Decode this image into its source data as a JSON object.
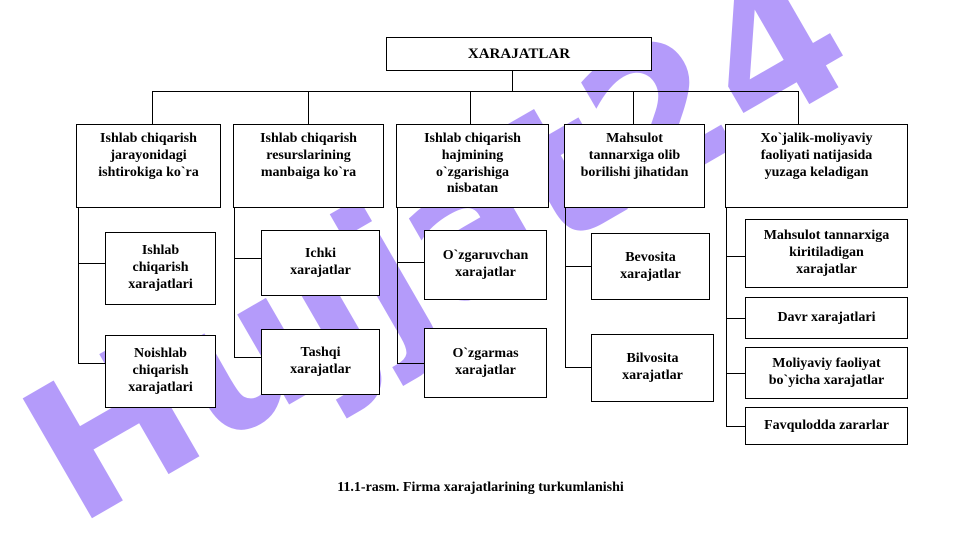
{
  "root": "XARAJATLAR",
  "categories": [
    {
      "label": "Ishlab chiqarish\njarayonidagi\nishtirokiga ko`ra",
      "children": [
        "Ishlab\nchiqarish\nxarajatlari",
        "Noishlab\nchiqarish\nxarajatlari"
      ]
    },
    {
      "label": "Ishlab chiqarish\nresurslarining\nmanbaiga ko`ra",
      "children": [
        "Ichki\nxarajatlar",
        "Tashqi\nxarajatlar"
      ]
    },
    {
      "label": "Ishlab chiqarish\nhajmining\no`zgarishiga\nnisbatan",
      "children": [
        "O`zgaruvchan\nxarajatlar",
        "O`zgarmas\nxarajatlar"
      ]
    },
    {
      "label": "Mahsulot\ntannarxiga olib\nborilishi jihatidan",
      "children": [
        "Bevosita\nxarajatlar",
        "Bilvosita\nxarajatlar"
      ]
    },
    {
      "label": "Xo`jalik-moliyaviy\nfaoliyati natijasida\nyuzaga keladigan",
      "children": [
        "Mahsulot tannarxiga\nkiritiladigan\nxarajatlar",
        "Davr xarajatlari",
        "Moliyaviy  faoliyat\nbo`yicha xarajatlar",
        "Favqulodda zararlar"
      ]
    }
  ],
  "caption": "11.1-rasm. Firma xarajatlarining turkumlanishi",
  "watermark": {
    "text": "Hujjat24",
    "color": "#a78bfa"
  }
}
